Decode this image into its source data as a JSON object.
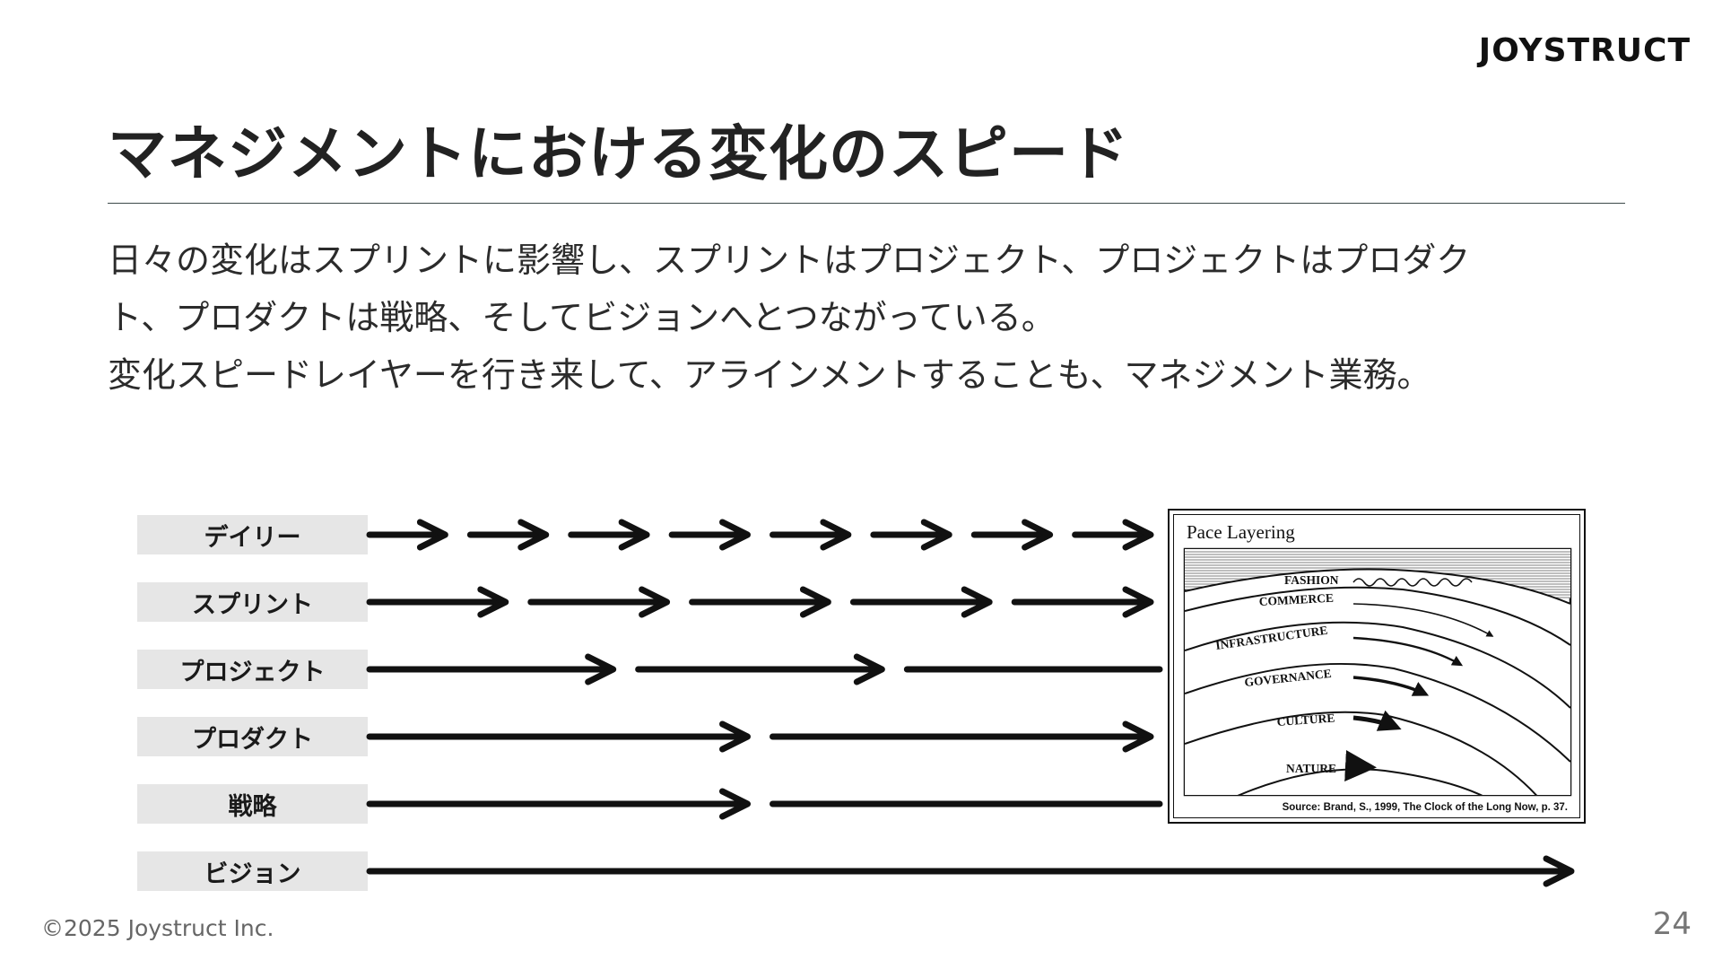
{
  "header": {
    "logo": "JOYSTRUCT"
  },
  "title": "マネジメントにおける変化のスピード",
  "body": {
    "line1": "日々の変化はスプリントに影響し、スプリントはプロジェクト、プロジェクトはプロダク",
    "line2": "ト、プロダクトは戦略、そしてビジョンへとつながっている。",
    "line3": "変化スピードレイヤーを行き来して、アラインメントすることも、マネジメント業務。"
  },
  "diagram": {
    "layers": [
      {
        "label": "デイリー",
        "segments": 8
      },
      {
        "label": "スプリント",
        "segments": 5
      },
      {
        "label": "プロジェクト",
        "segments": 3
      },
      {
        "label": "プロダクト",
        "segments": 2
      },
      {
        "label": "戦略",
        "segments": 2
      },
      {
        "label": "ビジョン",
        "segments": 1
      }
    ],
    "arrow_color": "#111111",
    "label_bg": "#e6e6e6"
  },
  "pace_layering": {
    "title": "Pace Layering",
    "layers": [
      "FASHION",
      "COMMERCE",
      "INFRASTRUCTURE",
      "GOVERNANCE",
      "CULTURE",
      "NATURE"
    ],
    "source": "Source: Brand, S., 1999, The Clock of the Long Now, p. 37."
  },
  "footer": {
    "copyright": "©2025 Joystruct Inc.",
    "page": "24"
  }
}
